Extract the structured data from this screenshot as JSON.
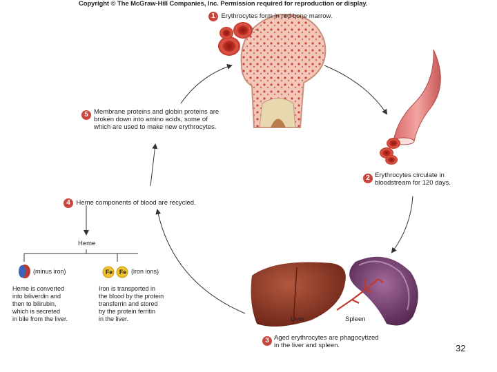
{
  "copyright": "Copyright © The McGraw-Hill Companies, Inc. Permission required for reproduction or display.",
  "steps": [
    {
      "num": "1",
      "lines": [
        "Erythrocytes form in red bone marrow."
      ]
    },
    {
      "num": "2",
      "lines": [
        "Erythrocytes circulate in",
        "bloodstream for 120 days."
      ]
    },
    {
      "num": "3",
      "lines": [
        "Aged erythrocytes are phagocytized",
        "in the liver and spleen."
      ]
    },
    {
      "num": "4",
      "lines": [
        "Heme components of blood are recycled."
      ]
    },
    {
      "num": "5",
      "lines": [
        "Membrane proteins and globin proteins are",
        "broken down into amino acids, some of",
        "which are used to make new erythrocytes."
      ]
    }
  ],
  "heme_label": "Heme",
  "iron_minus_label": "(minus iron)",
  "iron_ions_label": "(iron ions)",
  "fe_symbol": "Fe",
  "heme_text": [
    "Heme is converted",
    "into biliverdin and",
    "then to bilirubin,",
    "which is secreted",
    "in bile from the liver."
  ],
  "iron_text": [
    "Iron is transported in",
    "the blood by the protein",
    "transferrin and stored",
    "by the protein ferritin",
    "in the liver."
  ],
  "organ_labels": {
    "liver": "Liver",
    "spleen": "Spleen"
  },
  "page_number": "32",
  "colors": {
    "step_badge": "#c9463d",
    "arrow": "#333333",
    "blood": "#c0392b"
  }
}
